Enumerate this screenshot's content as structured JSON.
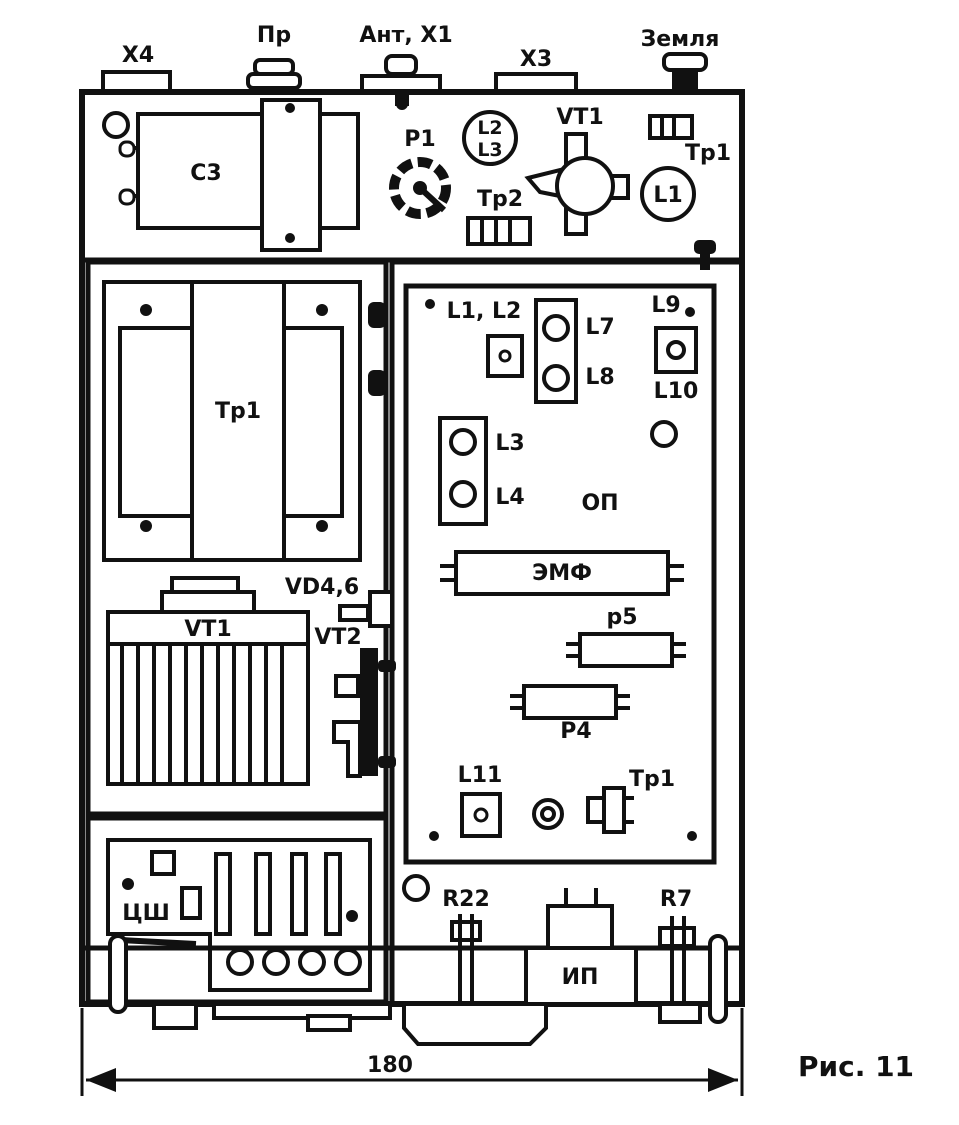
{
  "figure": {
    "caption": "Рис. 11",
    "dimension": "180"
  },
  "top_connectors": {
    "x4": "X4",
    "pr": "Пр",
    "ant": "Ант, X1",
    "x3": "X3",
    "earth": "Земля"
  },
  "top_section": {
    "c3": "C3",
    "p1": "P1",
    "l2": "L2",
    "l3": "L3",
    "vt1": "VT1",
    "tr1": "Тр1",
    "tr2": "Тр2",
    "l1": "L1"
  },
  "left_section": {
    "tr1": "Тр1",
    "vt1": "VT1",
    "vd46": "VD4,6",
    "vt2": "VT2",
    "csh": "ЦШ"
  },
  "board": {
    "l1l2": "L1, L2",
    "l7": "L7",
    "l8": "L8",
    "l9": "L9",
    "l10": "L10",
    "l3": "L3",
    "l4": "L4",
    "op": "ОП",
    "emf": "ЭМФ",
    "p5": "р5",
    "p4": "Р4",
    "l11": "L11",
    "tr1": "Тр1"
  },
  "bottom": {
    "r22": "R22",
    "r7": "R7",
    "ip": "ИП"
  }
}
